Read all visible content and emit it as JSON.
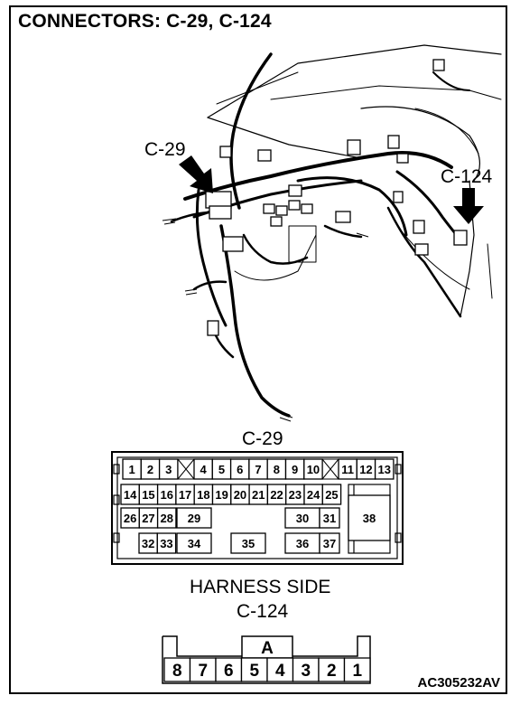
{
  "title": "CONNECTORS: C-29, C-124",
  "callouts": {
    "c29": "C-29",
    "c124": "C-124"
  },
  "c29": {
    "label": "C-29",
    "row1": [
      "1",
      "2",
      "3",
      "4",
      "5",
      "6",
      "7",
      "8",
      "9",
      "10",
      "11",
      "12",
      "13"
    ],
    "row2": [
      "14",
      "15",
      "16",
      "17",
      "18",
      "19",
      "20",
      "21",
      "22",
      "23",
      "24",
      "25"
    ],
    "row3": [
      "26",
      "27",
      "28",
      "29",
      "30",
      "31",
      "38"
    ],
    "row4": [
      "32",
      "33",
      "34",
      "35",
      "36",
      "37"
    ]
  },
  "harness_side": "HARNESS SIDE",
  "c124": {
    "label": "C-124",
    "key": "A",
    "pins": [
      "8",
      "7",
      "6",
      "5",
      "4",
      "3",
      "2",
      "1"
    ]
  },
  "figure_code": "AC305232AV"
}
